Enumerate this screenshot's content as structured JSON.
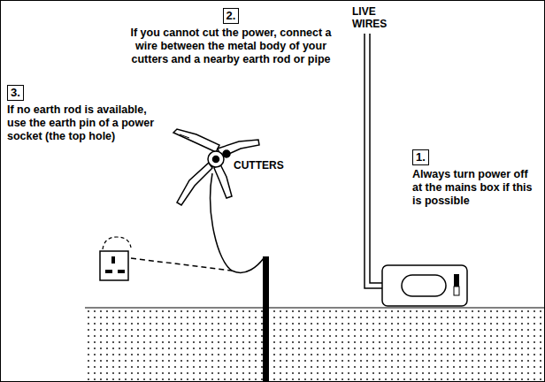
{
  "diagram": {
    "nodes": [
      {
        "text": [
          "2.",
          "If you cannot cut the power, connect a wire between the metal body of your cutters and a nearby earth rod or pipe"
        ]
      },
      {
        "text": [
          "3.",
          "If no earth rod is available, use the earth pin of a power socket (the top hole)"
        ]
      },
      {
        "text": [
          "1.",
          "Always turn power off at the mains box if this is possible"
        ]
      }
    ],
    "labels": [
      "LIVE WIRES",
      "CUTTERS"
    ]
  }
}
